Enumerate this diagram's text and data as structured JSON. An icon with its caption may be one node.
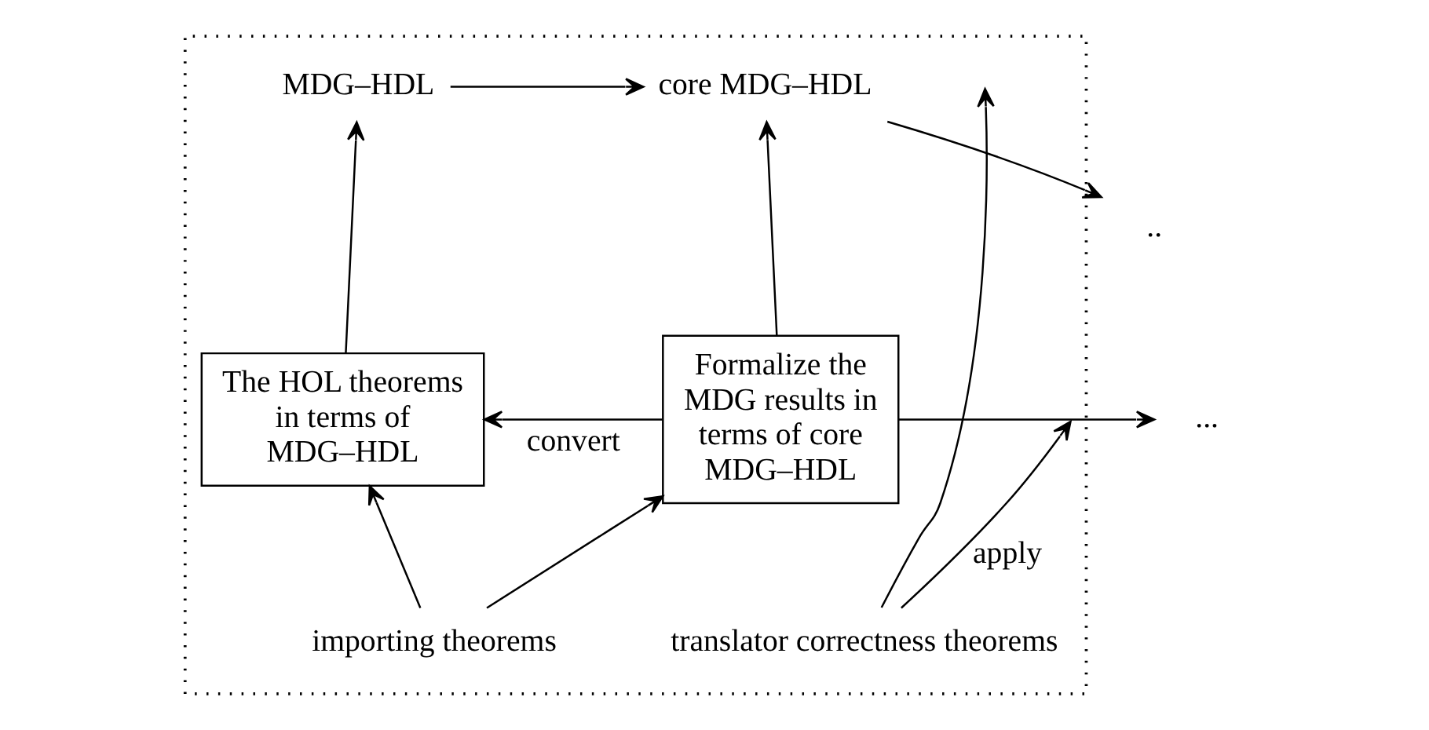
{
  "diagram": {
    "nodes": [
      {
        "text": [],
        "shape": "box"
      },
      {
        "text": [
          "MDG–HDL"
        ],
        "in": 0
      },
      {
        "text": [
          "core MDG–HDL"
        ],
        "in": 0
      },
      {
        "text": [
          "translator correctness theorems"
        ],
        "in": 0
      },
      {
        "text": [
          "The HOL theorems in terms of MDG–HDL"
        ],
        "in": 0
      },
      {
        "text": [
          "Formalize the MDG results in terms of core MDG–HDL"
        ],
        "in": 0
      },
      {
        "text": [
          "importing theorems"
        ],
        "in": 0
      },
      {
        "text": [
          ".."
        ]
      },
      {
        "text": [
          "..."
        ]
      }
    ],
    "edges": [
      {
        "from": 1,
        "to": 2,
        "arrow": "to"
      },
      {
        "from": 3,
        "to": null,
        "arrow": "to"
      },
      {
        "from": 3,
        "to": null,
        "arrow": "to",
        "label": "apply"
      },
      {
        "from": 5,
        "to": 4,
        "arrow": "to",
        "label": "convert"
      },
      {
        "from": 4,
        "to": 1,
        "arrow": "to"
      },
      {
        "from": 5,
        "to": 2,
        "arrow": "to"
      },
      {
        "from": 2,
        "to": 7,
        "arrow": "to"
      },
      {
        "from": 5,
        "to": 8,
        "arrow": "to"
      },
      {
        "from": 6,
        "to": 4,
        "arrow": "to"
      },
      {
        "from": 6,
        "to": 5,
        "arrow": "to"
      }
    ]
  }
}
